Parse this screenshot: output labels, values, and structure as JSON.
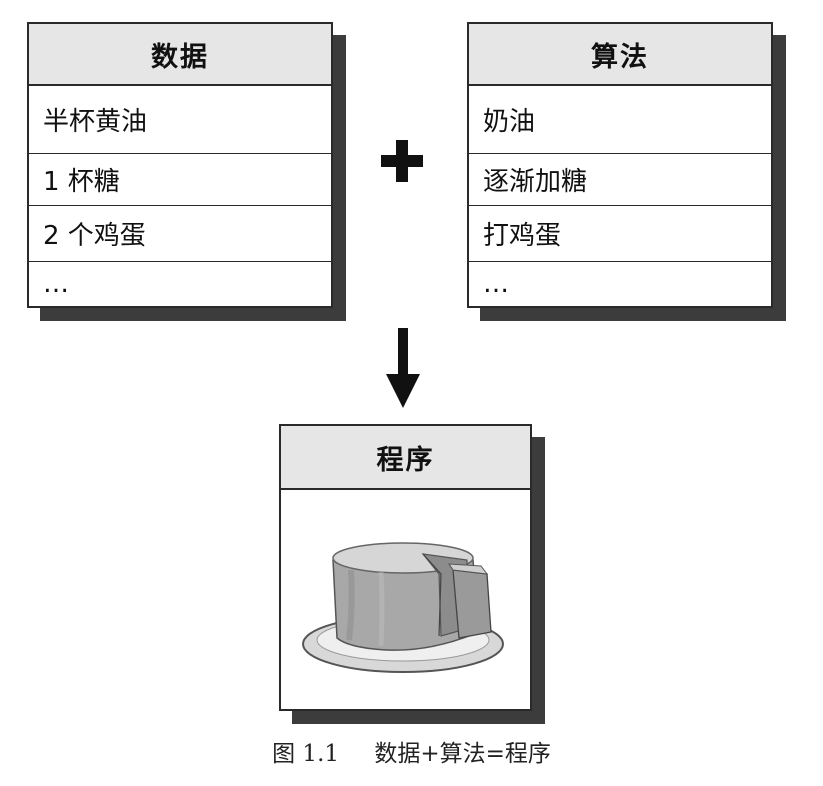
{
  "data_box": {
    "title": "数据",
    "rows": [
      "半杯黄油",
      "1 杯糖",
      "2 个鸡蛋",
      "…"
    ]
  },
  "algorithm_box": {
    "title": "算法",
    "rows": [
      "奶油",
      "逐渐加糖",
      "打鸡蛋",
      "…"
    ]
  },
  "program_box": {
    "title": "程序",
    "image": "cake-icon"
  },
  "operators": {
    "combine": "plus-icon",
    "result": "down-arrow-icon"
  },
  "caption": {
    "label": "图 1.1",
    "text": "数据+算法=程序"
  }
}
